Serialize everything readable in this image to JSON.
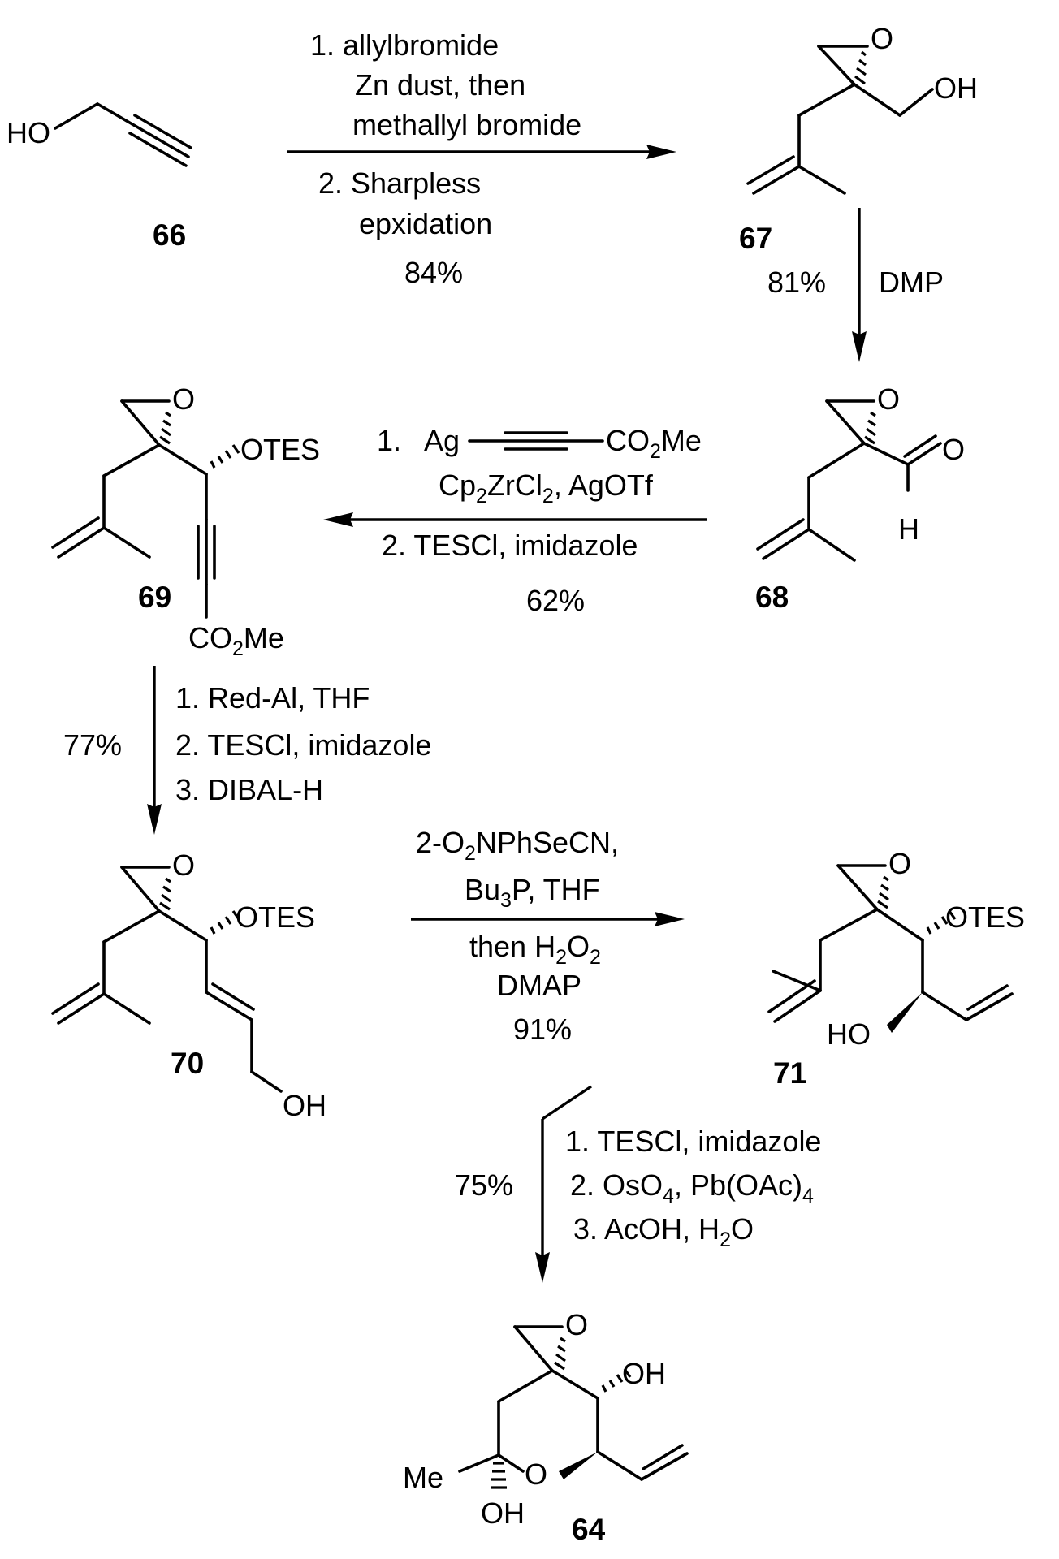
{
  "compounds": {
    "c66": "66",
    "c67": "67",
    "c68": "68",
    "c69": "69",
    "c70": "70",
    "c71": "71",
    "c64": "64"
  },
  "atoms": {
    "ho": "HO",
    "oh": "OH",
    "o": "O",
    "h": "H",
    "me": "Me",
    "otes": "OTES",
    "co2me_a": "CO",
    "co2me_2": "2",
    "co2me_b": "Me"
  },
  "step1": {
    "line1": "1. allylbromide",
    "line2": "Zn dust, then",
    "line3": "methallyl bromide",
    "line4": "2. Sharpless",
    "line5": "epxidation",
    "yield": "84%"
  },
  "step2": {
    "reagent": "DMP",
    "yield": "81%"
  },
  "step3": {
    "prefix": "1.",
    "ag": "Ag",
    "line2": "Cp2ZrCl2, AgOTf",
    "line3": "2. TESCl, imidazole",
    "yield": "62%"
  },
  "step4": {
    "line1": "1. Red-Al, THF",
    "line2": "2. TESCl, imidazole",
    "line3": "3. DIBAL-H",
    "yield": "77%"
  },
  "step5": {
    "line1": "2-O2NPhSeCN,",
    "line2": "Bu3P, THF",
    "line3": "then H2O2",
    "line4": "DMAP",
    "yield": "91%"
  },
  "step6": {
    "line1": "1. TESCl, imidazole",
    "line2": "2. OsO4, Pb(OAc)4",
    "line3": "3. AcOH, H2O",
    "yield": "75%"
  }
}
